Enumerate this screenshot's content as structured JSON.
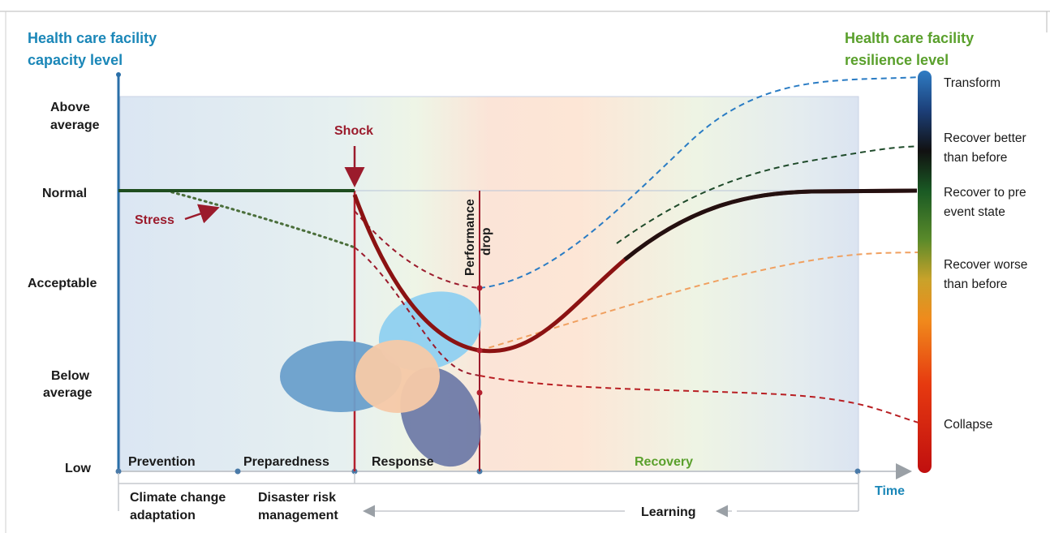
{
  "left_title": [
    "Health care facility",
    "capacity level"
  ],
  "right_title": [
    "Health care facility",
    "resilience level"
  ],
  "y_levels": [
    {
      "lines": [
        "Above",
        "average"
      ]
    },
    {
      "lines": [
        "Normal"
      ]
    },
    {
      "lines": [
        "Acceptable"
      ]
    },
    {
      "lines": [
        "Below",
        "average"
      ]
    },
    {
      "lines": [
        "Low"
      ]
    }
  ],
  "phases": {
    "prevention": "Prevention",
    "preparedness": "Preparedness",
    "response": "Response",
    "recovery": "Recovery"
  },
  "bottom": {
    "climate": [
      "Climate change",
      "adaptation"
    ],
    "drm": [
      "Disaster risk",
      "management"
    ],
    "learning": "Learning",
    "time": "Time"
  },
  "annotations": {
    "shock": "Shock",
    "stress": "Stress",
    "performance_drop": [
      "Performance",
      "drop"
    ]
  },
  "resilience_levels": [
    {
      "lines": [
        "Transform"
      ]
    },
    {
      "lines": [
        "Recover better",
        "than before"
      ]
    },
    {
      "lines": [
        "Recover to pre",
        "event state"
      ]
    },
    {
      "lines": [
        "Recover worse",
        "than before"
      ]
    },
    {
      "lines": [
        "Collapse"
      ]
    }
  ],
  "colors": {
    "blue_title": "#1b87b8",
    "green_title": "#5aa02c",
    "shock_red": "#9b1b2c",
    "normal_line": "#1f4d1f"
  }
}
